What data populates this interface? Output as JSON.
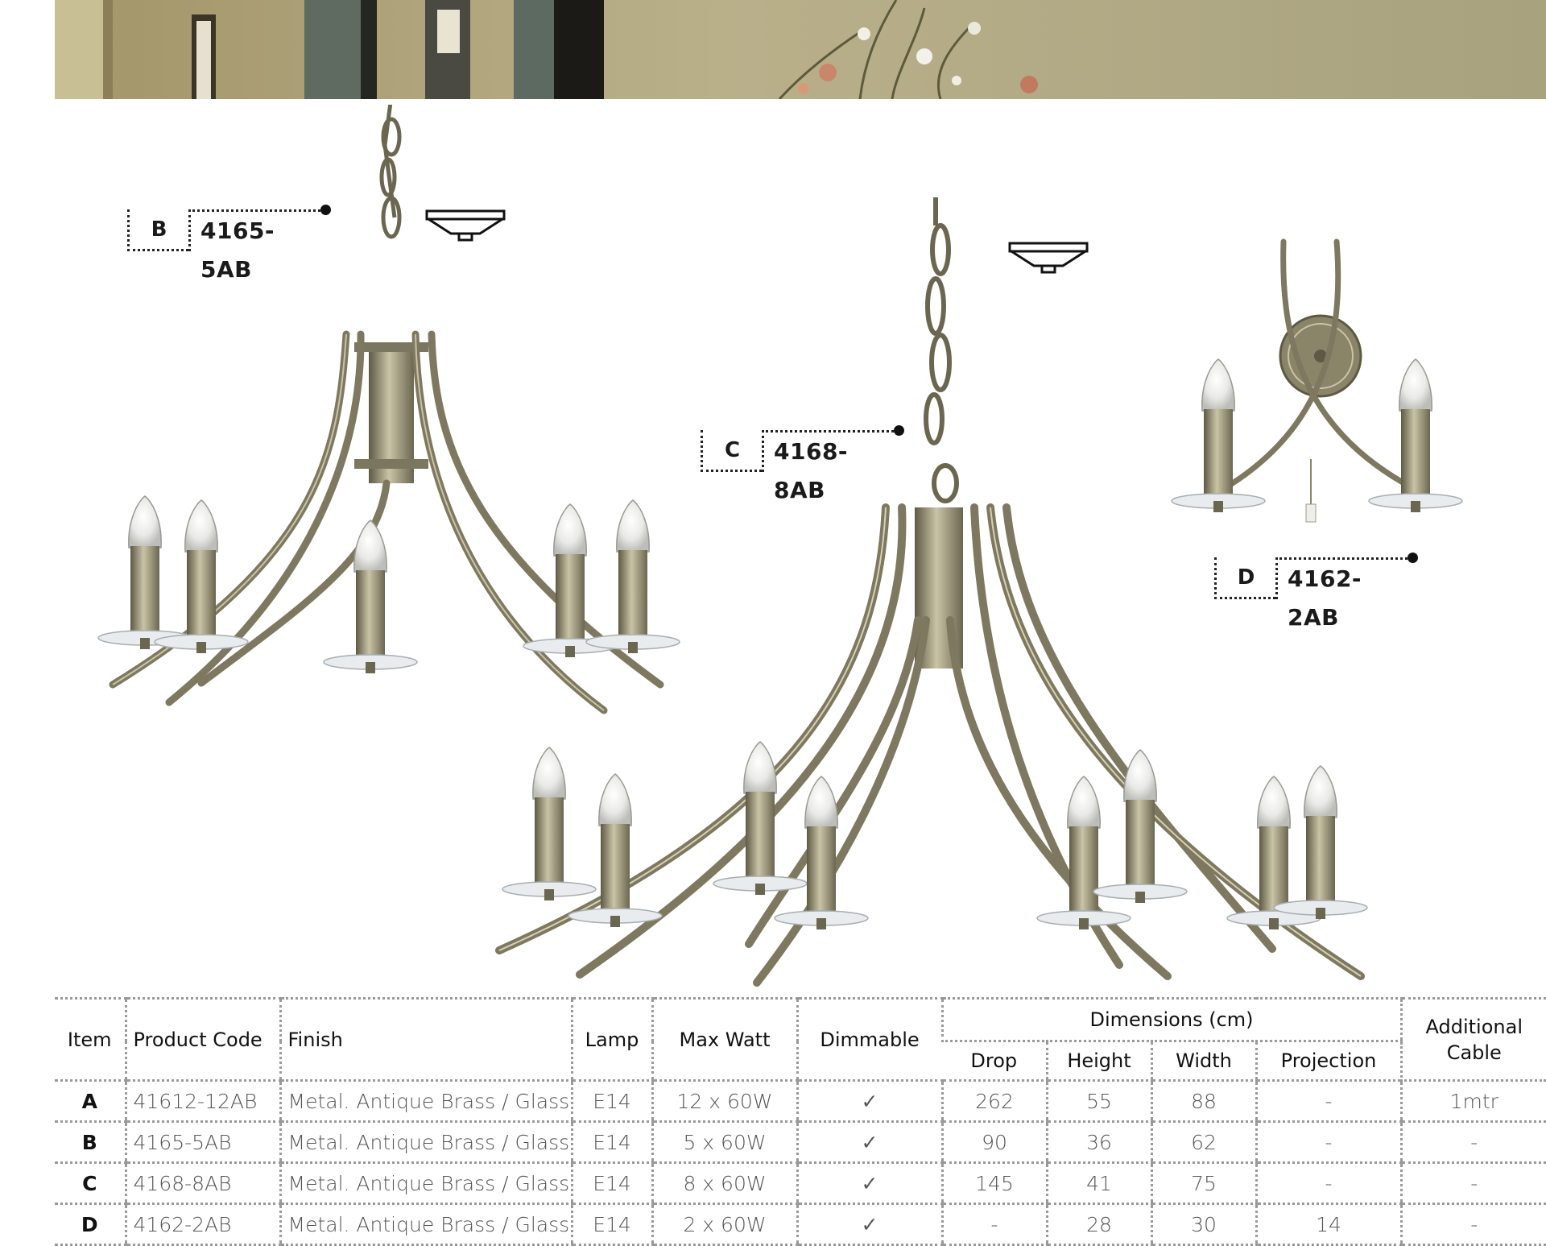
{
  "labels": {
    "b": {
      "letter": "B",
      "code": "4165-5AB"
    },
    "c": {
      "letter": "C",
      "code": "4168-8AB"
    },
    "d": {
      "letter": "D",
      "code": "4162-2AB"
    }
  },
  "table": {
    "headers": {
      "item": "Item",
      "product_code": "Product Code",
      "finish": "Finish",
      "lamp": "Lamp",
      "max_watt": "Max Watt",
      "dimmable": "Dimmable",
      "dimensions": "Dimensions (cm)",
      "drop": "Drop",
      "height": "Height",
      "width": "Width",
      "projection": "Projection",
      "additional_cable": "Additional Cable"
    },
    "rows": [
      {
        "item": "A",
        "code": "41612-12AB",
        "finish": "Metal. Antique Brass / Glass",
        "lamp": "E14",
        "watt": "12 x 60W",
        "dimmable": "✓",
        "drop": "262",
        "height": "55",
        "width": "88",
        "projection": "-",
        "cable": "1mtr"
      },
      {
        "item": "B",
        "code": "4165-5AB",
        "finish": "Metal. Antique Brass / Glass",
        "lamp": "E14",
        "watt": "5 x 60W",
        "dimmable": "✓",
        "drop": "90",
        "height": "36",
        "width": "62",
        "projection": "-",
        "cable": "-"
      },
      {
        "item": "C",
        "code": "4168-8AB",
        "finish": "Metal. Antique Brass / Glass",
        "lamp": "E14",
        "watt": "8 x 60W",
        "dimmable": "✓",
        "drop": "145",
        "height": "41",
        "width": "75",
        "projection": "-",
        "cable": "-"
      },
      {
        "item": "D",
        "code": "4162-2AB",
        "finish": "Metal. Antique Brass / Glass",
        "lamp": "E14",
        "watt": "2 x 60W",
        "dimmable": "✓",
        "drop": "-",
        "height": "28",
        "width": "30",
        "projection": "14",
        "cable": "-"
      }
    ]
  },
  "colors": {
    "brass": "#8a8468",
    "brass_dark": "#5d5944",
    "brass_light": "#c9c4a6",
    "banner_wall": "#a89d7a"
  },
  "icons": {
    "ceiling_mount": "ceiling-mount-icon"
  }
}
